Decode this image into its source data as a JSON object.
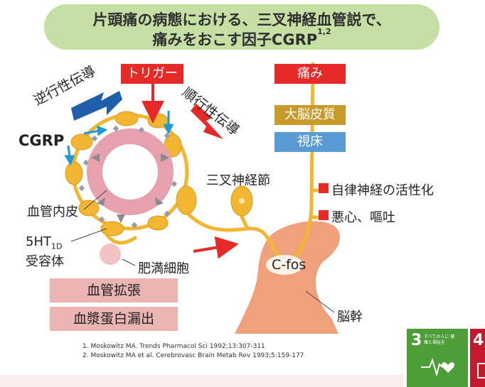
{
  "title": {
    "line1": "片頭痛の病態における、三叉神経血管説で、",
    "line2": "痛みをおこす因子CGRP",
    "line2_sup": "1,2"
  },
  "labels": {
    "trigger": "トリガー",
    "pain": "痛み",
    "cortex": "大脳皮質",
    "thalamus": "視床",
    "antidromic": "逆行性伝導",
    "orthodromic": "順行性伝導",
    "cgrp": "CGRP",
    "trigeminal_ganglion": "三叉神経節",
    "endothelium": "血管内皮",
    "receptor_main": "5HT",
    "receptor_sub": "1D",
    "receptor_line2": "受容体",
    "mast_cell": "肥満細胞",
    "cfos": "C-fos",
    "brainstem": "脳幹",
    "autonomic": "自律神経の活性化",
    "nausea": "悪心、嘔吐",
    "vasodilation": "血管拡張",
    "plasma_extravasation": "血漿蛋白漏出"
  },
  "references": [
    "1. Moskowitz MA. Trends Pharmacol Sci 1992;13:307-311",
    "2. Moskowitz MA et al. Cerebrovasc Brain Metab Rev 1993;5:159-177"
  ],
  "sdg": {
    "goal3_number": "3",
    "goal3_text": "すべての人に 健康と福祉を",
    "goal4_number": "4"
  },
  "colors": {
    "red": "#e52a28",
    "cortex_gold": "#c89a2a",
    "thalamus_blue": "#5a9bd5",
    "nerve_yellow": "#f2b632",
    "vessel_pink": "#e7a0ad",
    "brainstem": "#f0a17c",
    "pink_box": "#ebb5b3",
    "title_green": "#c6dfa4",
    "sdg3_green": "#4c9f38",
    "sdg4_red": "#c5192d"
  }
}
